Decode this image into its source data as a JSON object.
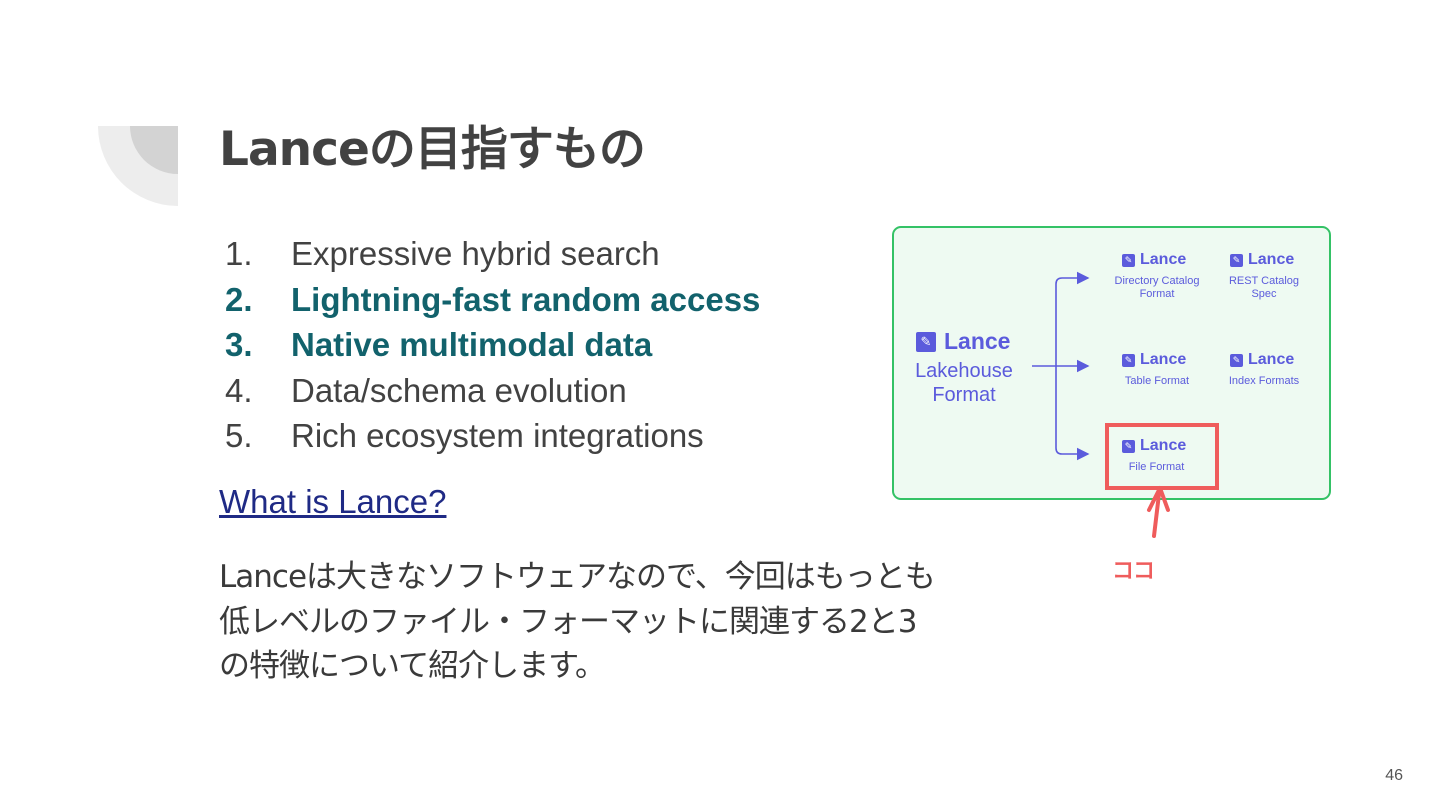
{
  "slide": {
    "title": "Lanceの目指すもの",
    "list": [
      {
        "num": "1.",
        "text": "Expressive hybrid search",
        "highlight": false
      },
      {
        "num": "2.",
        "text": "Lightning-fast random access",
        "highlight": true
      },
      {
        "num": "3.",
        "text": "Native multimodal data",
        "highlight": true
      },
      {
        "num": "4.",
        "text": "Data/schema evolution",
        "highlight": false
      },
      {
        "num": "5.",
        "text": "Rich ecosystem integrations",
        "highlight": false
      }
    ],
    "link_text": "What is Lance?",
    "paragraph_lines": [
      "Lanceは大きなソフトウェアなので、今回はもっとも",
      "低レベルのファイル・フォーマットに関連する2と3",
      "の特徴について紹介します。"
    ],
    "page_number": "46"
  },
  "diagram": {
    "root": {
      "brand": "Lance",
      "caption_line1": "Lakehouse",
      "caption_line2": "Format"
    },
    "nodes": [
      {
        "brand": "Lance",
        "caption_line1": "Directory Catalog",
        "caption_line2": "Format"
      },
      {
        "brand": "Lance",
        "caption_line1": "REST Catalog",
        "caption_line2": "Spec"
      },
      {
        "brand": "Lance",
        "caption_line1": "Table Format",
        "caption_line2": ""
      },
      {
        "brand": "Lance",
        "caption_line1": "Index Formats",
        "caption_line2": ""
      },
      {
        "brand": "Lance",
        "caption_line1": "File Format",
        "caption_line2": ""
      }
    ],
    "highlighted_node": "File Format",
    "annotation": "ココ",
    "colors": {
      "border": "#34c266",
      "fill": "#eefaf2",
      "brand": "#5b5bdc",
      "highlight": "#ef5c5c"
    }
  }
}
